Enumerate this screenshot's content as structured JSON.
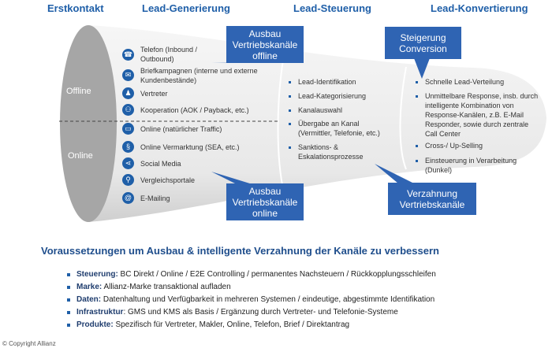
{
  "phases": [
    "Erstkontakt",
    "Lead-Generierung",
    "Lead-Steuerung",
    "Lead-Konvertierung"
  ],
  "funnel_labels": {
    "offline": "Offline",
    "online": "Online"
  },
  "generation_items": [
    {
      "icon": "phone-icon",
      "text": "Telefon (Inbound / Outbound)"
    },
    {
      "icon": "mail-icon",
      "text": "Briefkampagnen (interne und externe Kundenbestände)"
    },
    {
      "icon": "agent-icon",
      "text": "Vertreter"
    },
    {
      "icon": "cooperation-icon",
      "text": "Kooperation (AOK / Payback, etc.)"
    },
    {
      "icon": "monitor-icon",
      "text": "Online (natürlicher Traffic)"
    },
    {
      "icon": "marketing-icon",
      "text": "Online Vermarktung (SEA, etc.)"
    },
    {
      "icon": "share-icon",
      "text": "Social Media"
    },
    {
      "icon": "search-icon",
      "text": "Vergleichsportale"
    },
    {
      "icon": "at-icon",
      "text": "E-Mailing"
    }
  ],
  "steering_items": [
    "Lead-Identifikation",
    "Lead-Kategorisierung",
    "Kanalauswahl",
    "Übergabe an Kanal (Vermittler, Telefonie, etc.)",
    "Sanktions- & Eskalationsprozesse"
  ],
  "conversion_items": [
    "Schnelle Lead-Verteilung",
    "Unmittelbare Response, insb. durch intelligente Kombination von Response-Kanälen, z.B. E-Mail Responder, sowie durch zentrale Call Center",
    "Cross-/ Up-Selling",
    "Einsteuerung in Verarbeitung (Dunkel)"
  ],
  "callouts": {
    "offline": "Ausbau Vertriebskanäle offline",
    "conversion": "Steigerung Conversion",
    "online": "Ausbau Vertriebskanäle online",
    "verzahnung": "Verzahnung Vertriebskanäle"
  },
  "requirements": {
    "title": "Voraussetzungen um Ausbau & intelligente Verzahnung der Kanäle zu verbessern",
    "items": [
      {
        "label": "Steuerung:",
        "text": " BC Direkt / Online / E2E Controlling / permanentes Nachsteuern / Rückkopplungsschleifen"
      },
      {
        "label": "Marke:",
        "text": " Allianz-Marke transaktional aufladen"
      },
      {
        "label": "Daten:",
        "text": " Datenhaltung und Verfügbarkeit in mehreren Systemen / eindeutige, abgestimmte Identifikation"
      },
      {
        "label": "Infrastruktur",
        "text": ": GMS und KMS als Basis / Ergänzung durch Vertreter- und Telefonie-Systeme"
      },
      {
        "label": "Produkte:",
        "text": " Spezifisch für Vertreter, Makler, Online, Telefon, Brief / Direktantrag"
      }
    ]
  },
  "copyright": "© Copyright Allianz",
  "colors": {
    "accent": "#1f5fa8",
    "callout": "#2f64b3",
    "funnel": "#e6e6e6"
  }
}
